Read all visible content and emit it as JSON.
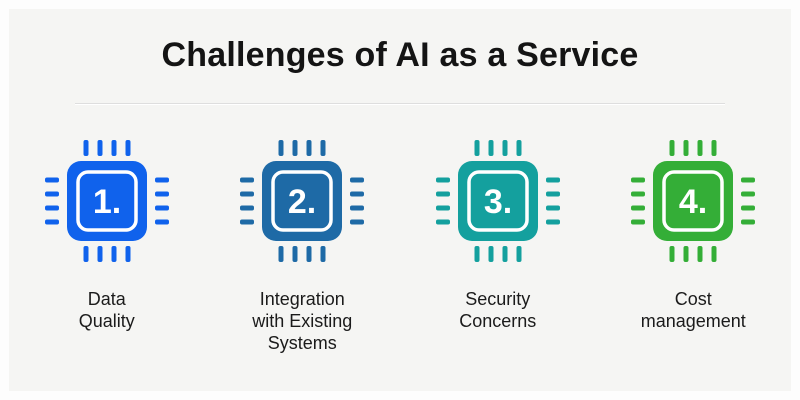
{
  "page": {
    "title": "Challenges of AI as a Service"
  },
  "challenges": {
    "items": [
      {
        "number": "1.",
        "label": "Data\nQuality",
        "color": "#1062ec"
      },
      {
        "number": "2.",
        "label": "Integration\nwith Existing\nSystems",
        "color": "#1e6aa6"
      },
      {
        "number": "3.",
        "label": "Security\nConcerns",
        "color": "#14a09e"
      },
      {
        "number": "4.",
        "label": "Cost\nmanagement",
        "color": "#34ae37"
      }
    ]
  },
  "colors": {
    "background": "#f5f5f3",
    "frame": "#fdfdfd",
    "title_text": "#141414",
    "divider": "#dedede",
    "chip_inner_outline": "#ffffff",
    "chip_number": "#ffffff"
  }
}
